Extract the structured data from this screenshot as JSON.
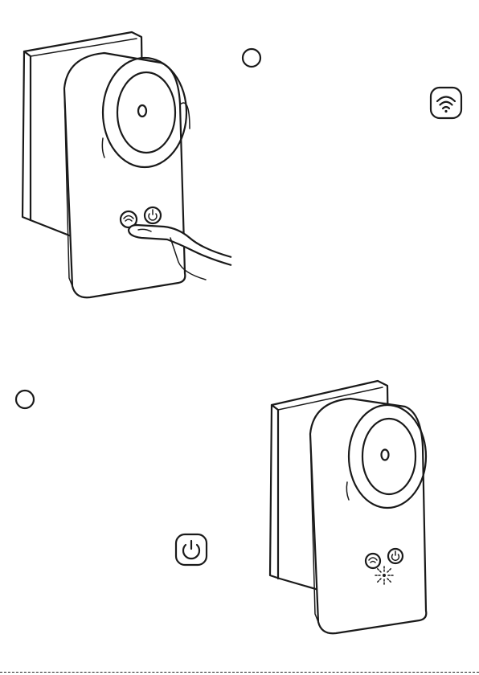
{
  "steps": [
    {
      "number": "",
      "icon": "wifi-icon"
    },
    {
      "number": "",
      "icon": "power-icon"
    }
  ],
  "illustrations": [
    {
      "subject": "plug-adapter",
      "action": "finger-pressing-wifi-button"
    },
    {
      "subject": "plug-adapter",
      "action": "power-button-led-blinking"
    }
  ]
}
